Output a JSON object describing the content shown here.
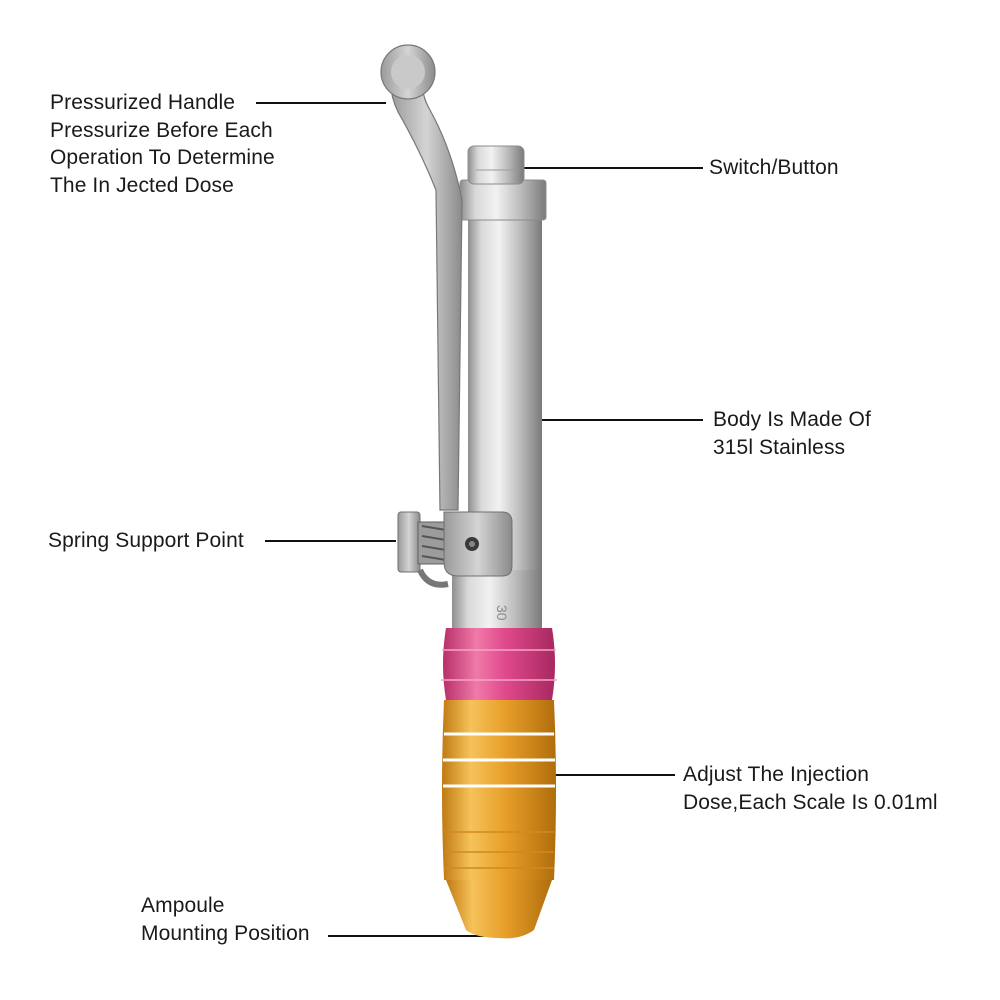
{
  "callouts": {
    "handle": {
      "lines": [
        "Pressurized Handle",
        "Pressurize Before Each",
        "Operation To Determine",
        "The In Jected Dose"
      ]
    },
    "switch": {
      "lines": [
        "Switch/Button"
      ]
    },
    "body": {
      "lines": [
        "Body Is Made Of",
        "315l Stainless"
      ]
    },
    "spring": {
      "lines": [
        "Spring Support Point"
      ]
    },
    "dose": {
      "lines": [
        "Adjust The Injection",
        "Dose,Each Scale Is 0.01ml"
      ]
    },
    "ampoule": {
      "lines": [
        "Ampoule",
        "Mounting Position"
      ]
    }
  },
  "product": {
    "scale_mark": "30",
    "colors": {
      "steel_light": "#e6e6e6",
      "steel_mid": "#b8b8b8",
      "steel_dark": "#7c7c7c",
      "pink_band": "#e0488a",
      "gold_grip": "#e7a12c",
      "callout_line": "#111111"
    }
  }
}
